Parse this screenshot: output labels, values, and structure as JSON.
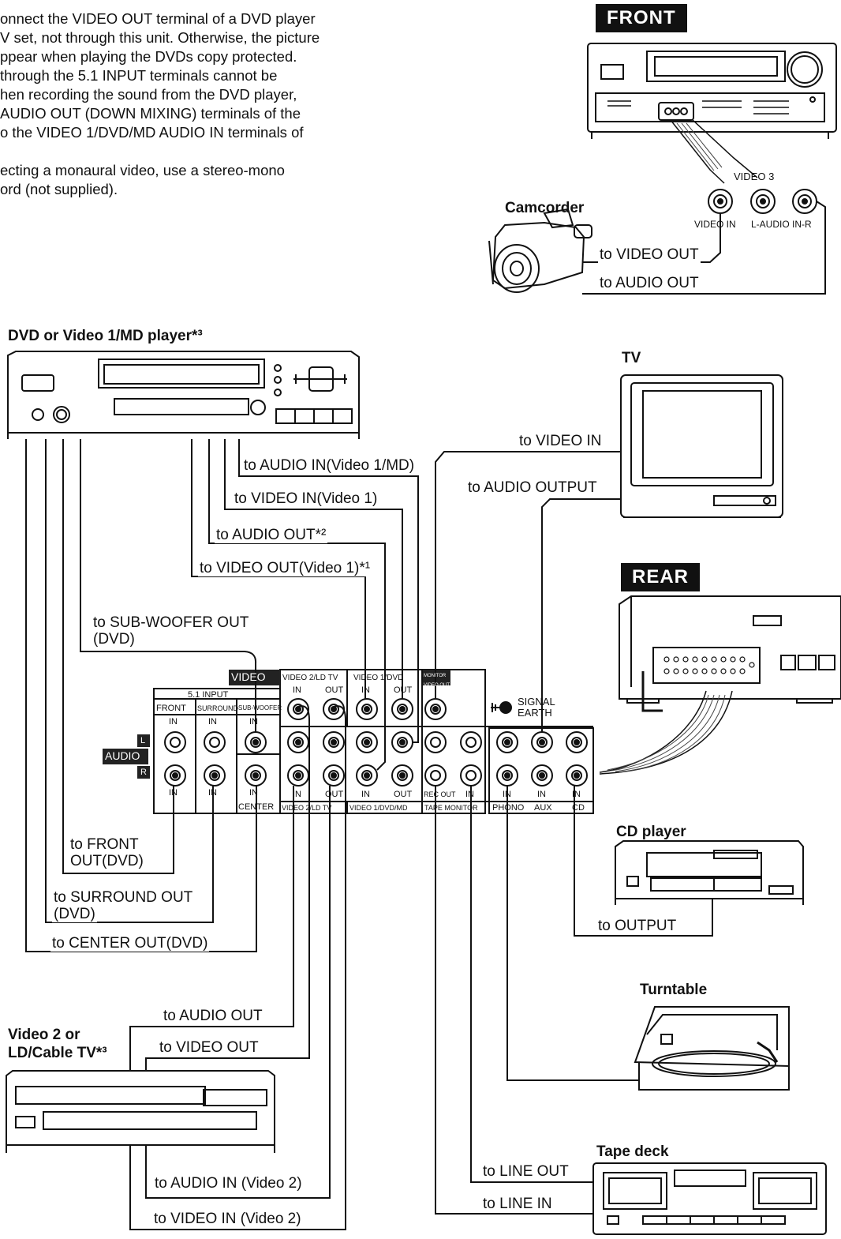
{
  "notes": [
    "onnect the VIDEO OUT terminal of a DVD player",
    "V set, not through this unit. Otherwise, the picture",
    "ppear when playing the DVDs copy protected.",
    " through the 5.1 INPUT terminals cannot be",
    "hen recording the sound from the DVD player,",
    "AUDIO OUT (DOWN MIXING) terminals of the",
    "o the VIDEO 1/DVD/MD AUDIO IN terminals of",
    "",
    "ecting a monaural video, use a stereo-mono",
    "ord (not supplied)."
  ],
  "badges": {
    "front": "FRONT",
    "rear": "REAR"
  },
  "devices": {
    "dvd": "DVD or Video 1/MD player*³",
    "camcorder": "Camcorder",
    "tv": "TV",
    "cd": "CD player",
    "turntable": "Turntable",
    "video2_line1": "Video 2 or",
    "video2_line2": "LD/Cable TV*³",
    "tape": "Tape deck"
  },
  "front_jacks": {
    "group": "VIDEO 3",
    "video_in": "VIDEO IN",
    "audio_in": "L-AUDIO IN-R"
  },
  "connections": {
    "cam_video": "to VIDEO OUT",
    "cam_audio": "to AUDIO OUT",
    "dvd_audio_in": "to AUDIO IN(Video 1/MD)",
    "dvd_video_in": "to VIDEO IN(Video 1)",
    "dvd_audio_out": "to AUDIO OUT*²",
    "dvd_video_out": "to VIDEO OUT(Video 1)*¹",
    "sub_woofer_1": "to SUB-WOOFER OUT",
    "sub_woofer_2": "(DVD)",
    "tv_video_in": "to VIDEO IN",
    "tv_audio_out": "to AUDIO OUTPUT",
    "front_out_1": "to FRONT",
    "front_out_2": "OUT(DVD)",
    "surround_out_1": "to SURROUND OUT",
    "surround_out_2": "(DVD)",
    "center_out": "to CENTER OUT(DVD)",
    "v2_audio_out": "to AUDIO OUT",
    "v2_video_out": "to VIDEO OUT",
    "v2_audio_in": "to AUDIO IN (Video 2)",
    "v2_video_in": "to VIDEO IN (Video 2)",
    "cd_output": "to OUTPUT",
    "tape_line_out": "to LINE OUT",
    "tape_line_in": "to LINE IN"
  },
  "panel": {
    "video": "VIDEO",
    "audio": "AUDIO",
    "L": "L",
    "R": "R",
    "input51": "5.1 INPUT",
    "front": "FRONT",
    "surround": "SURROUND",
    "subwoofer": "SUB-WOOFER",
    "center": "CENTER",
    "in": "IN",
    "out": "OUT",
    "video2": "VIDEO 2/LD TV",
    "video1": "VIDEO 1/DVD",
    "monitor": "MONITOR VIDEO OUT",
    "bottom_video2": "VIDEO 2/LD TV",
    "bottom_video1": "VIDEO 1/DVD/MD",
    "rec_out": "REC OUT",
    "tape_monitor": "TAPE MONITOR",
    "phono": "PHONO",
    "aux": "AUX",
    "cd": "CD",
    "signal": "SIGNAL",
    "earth": "EARTH"
  }
}
